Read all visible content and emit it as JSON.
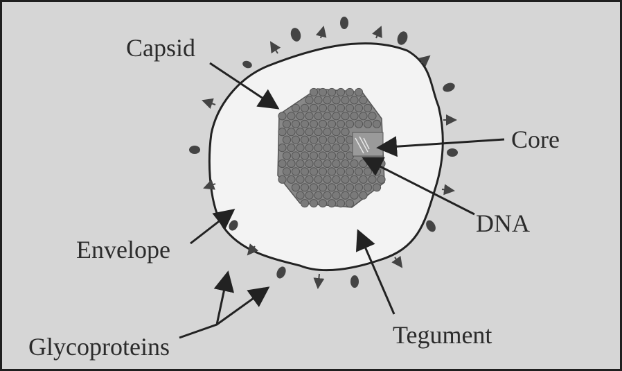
{
  "labels": {
    "capsid": "Capsid",
    "core": "Core",
    "dna": "DNA",
    "envelope": "Envelope",
    "glycoproteins": "Glycoproteins",
    "tegument": "Tegument"
  },
  "colors": {
    "background": "#d6d6d6",
    "envelope_fill": "#f3f3f3",
    "outline": "#222222",
    "capsomere": "#777777",
    "capsomere_stroke": "#555555",
    "glycoprotein": "#444444",
    "label_text": "#2b2b2b"
  }
}
